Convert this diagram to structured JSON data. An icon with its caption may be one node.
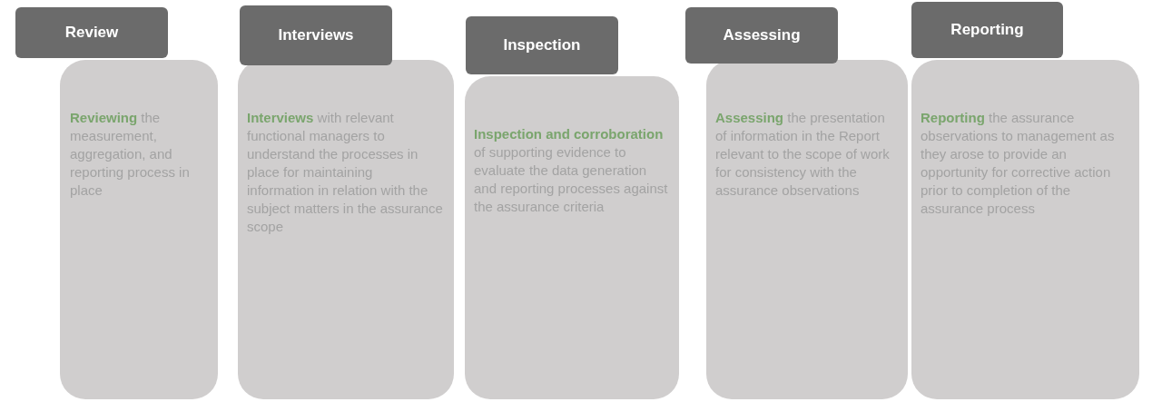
{
  "diagram": {
    "nodes": [
      {
        "text": [
          "Review"
        ]
      },
      {
        "text": [
          "**Reviewing** the measurement, aggregation, and reporting process in place"
        ]
      },
      {
        "text": [
          "Interviews"
        ]
      },
      {
        "text": [
          "**Interviews** with relevant functional managers to understand the processes in place for maintaining information in relation with the subject matters in the assurance scope"
        ]
      },
      {
        "text": [
          "Inspection"
        ]
      },
      {
        "text": [
          "**Inspection and corroboration** of supporting evidence to evaluate the data generation and reporting processes against the assurance criteria"
        ]
      },
      {
        "text": [
          "Assessing"
        ]
      },
      {
        "text": [
          "**Assessing** the presentation of information in the Report relevant to the scope of work for consistency with the assurance observations"
        ]
      },
      {
        "text": [
          "Reporting"
        ]
      },
      {
        "text": [
          "**Reporting** the assurance observations to management as they arose to provide an opportunity for corrective action prior to completion of the assurance process"
        ]
      }
    ],
    "edges": []
  }
}
